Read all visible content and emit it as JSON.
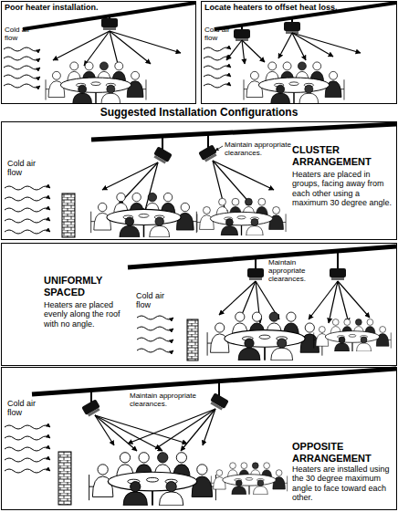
{
  "diagram": {
    "title": "Suggested Installation Configurations",
    "nodes": [
      {
        "text": [
          "Poor heater installation.",
          "Cold air flow"
        ]
      },
      {
        "text": [
          "Locate heaters to offset heat loss.",
          "Cold air flow"
        ]
      },
      {
        "text": [
          "Cold air flow",
          "Maintain appropriate clearances.",
          "CLUSTER ARRANGEMENT",
          "Heaters are placed in groups, facing away from each other using a maximum 30 degree angle."
        ]
      },
      {
        "text": [
          "UNIFORMLY SPACED",
          "Heaters are placed evenly along the roof with no angle.",
          "Cold air flow",
          "Maintain appropriate clearances."
        ]
      },
      {
        "text": [
          "Cold air flow",
          "Maintain appropriate clearances.",
          "OPPOSITE ARRANGEMENT",
          "Heaters are installed using the 30 degree maximum angle to face toward each other."
        ]
      }
    ]
  }
}
